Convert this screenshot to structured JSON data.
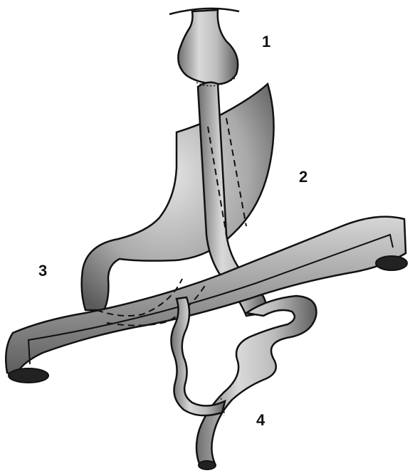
{
  "labels": {
    "one": "1",
    "two": "2",
    "three": "3",
    "four": "4"
  },
  "colors": {
    "organ_fill": "#bdbdbd",
    "organ_shade": "#7a7a7a",
    "outline": "#111111",
    "background": "#ffffff"
  }
}
